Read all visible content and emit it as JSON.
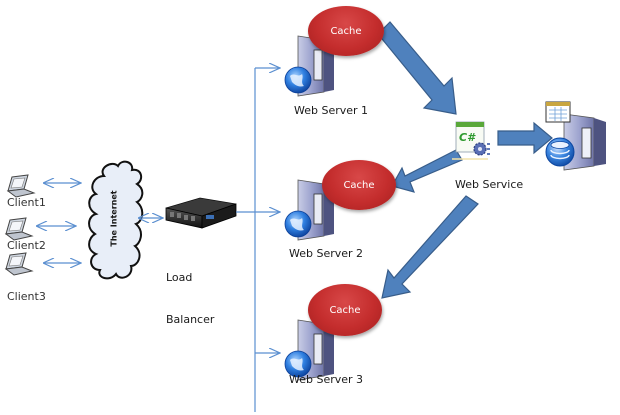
{
  "diagram": {
    "clients": [
      {
        "label": "Client1"
      },
      {
        "label": "Client2"
      },
      {
        "label": "Client3"
      }
    ],
    "internet": {
      "label": "The Internet"
    },
    "load_balancer": {
      "label_line1": "Load",
      "label_line2": "Balancer"
    },
    "web_servers": [
      {
        "label": "Web Server 1",
        "cache_label": "Cache"
      },
      {
        "label": "Web Server 2",
        "cache_label": "Cache"
      },
      {
        "label": "Web Server 3",
        "cache_label": "Cache"
      }
    ],
    "web_service": {
      "label": "Web Service",
      "icon_text": "C#"
    },
    "database": {
      "label": ""
    },
    "colors": {
      "connector_line": "#5b8fd0",
      "big_arrow": "#4f81bd",
      "big_arrow_border": "#385d8a",
      "cache": "#c0302f",
      "cloud_fill": "#e8eef8"
    }
  }
}
